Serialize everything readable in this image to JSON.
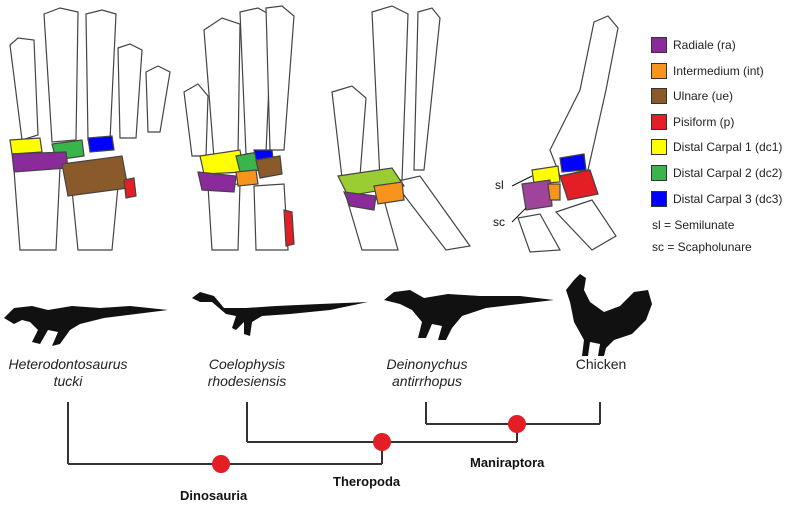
{
  "legend": {
    "items": [
      {
        "label": "Radiale (ra)",
        "color": "#8b2a9b"
      },
      {
        "label": "Intermedium (int)",
        "color": "#f7941d"
      },
      {
        "label": "Ulnare (ue)",
        "color": "#8b5a2b"
      },
      {
        "label": "Pisiform (p)",
        "color": "#e31e24"
      },
      {
        "label": "Distal Carpal 1 (dc1)",
        "color": "#ffff00"
      },
      {
        "label": "Distal Carpal 2 (dc2)",
        "color": "#39b54a"
      },
      {
        "label": "Distal Carpal 3 (dc3)",
        "color": "#0000ff"
      }
    ],
    "abbreviations": [
      "sl = Semilunate",
      "sc = Scapholunare"
    ]
  },
  "bone_labels": {
    "sl": "sl",
    "sc": "sc"
  },
  "taxa": [
    {
      "line1": "Heterodontosaurus",
      "line2": "tucki"
    },
    {
      "line1": "Coelophysis",
      "line2": "rhodesiensis"
    },
    {
      "line1": "Deinonychus",
      "line2": "antirrhopus"
    },
    {
      "line1": "Chicken",
      "line2": ""
    }
  ],
  "clades": {
    "dinosauria": "Dinosauria",
    "theropoda": "Theropoda",
    "maniraptora": "Maniraptora"
  },
  "colors": {
    "node": "#e31e24",
    "line": "#333333",
    "silhouette": "#111111",
    "bone_fill": "#ffffff",
    "bone_stroke": "#444444"
  }
}
